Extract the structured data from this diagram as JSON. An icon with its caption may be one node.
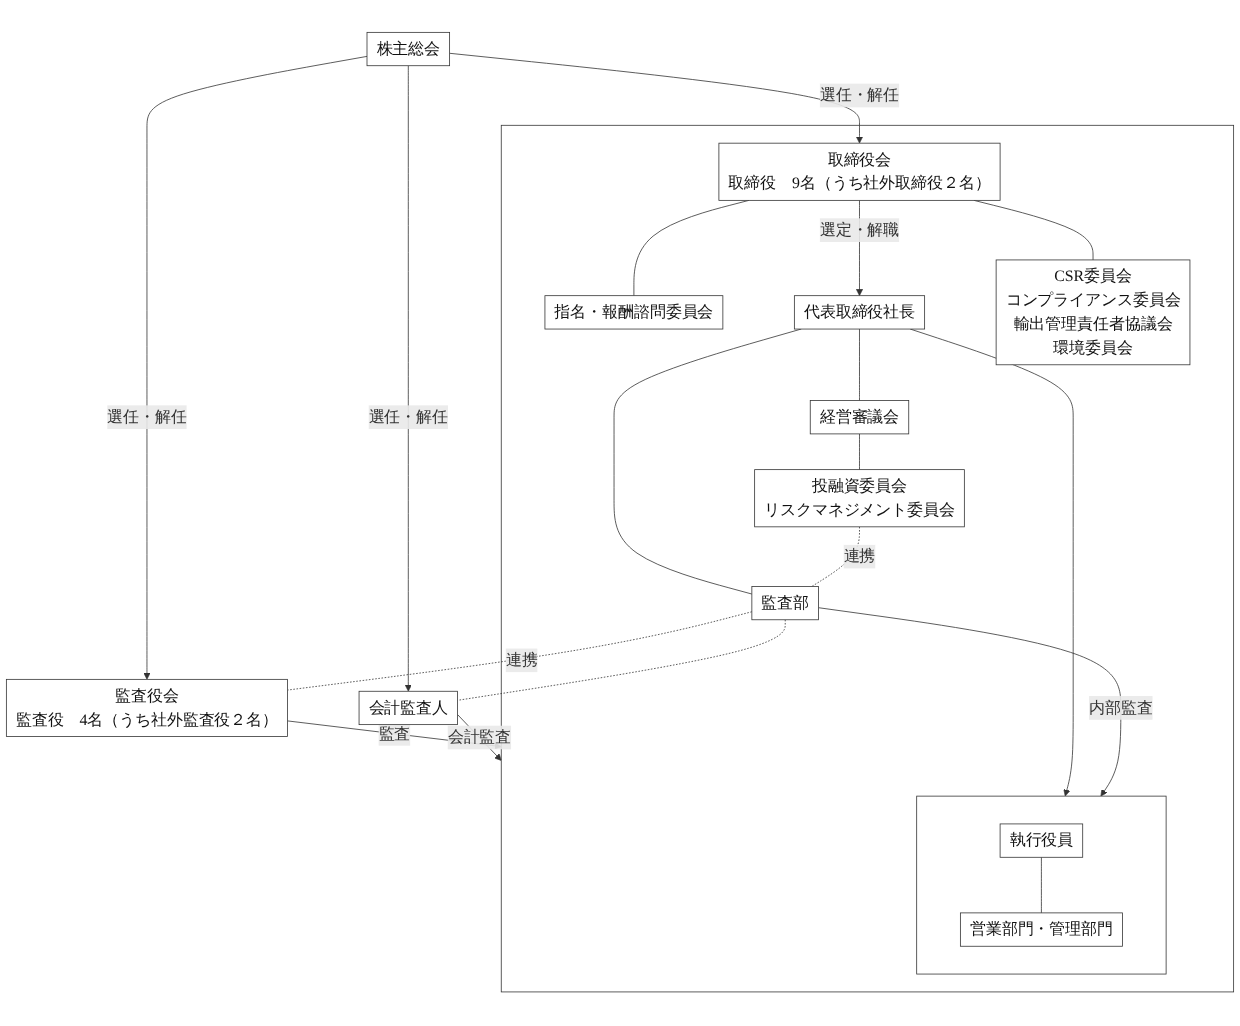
{
  "diagram": {
    "nodes": [
      {
        "text": [
          "株主総会"
        ]
      },
      {
        "text": [],
        "shape": "box"
      },
      {
        "text": [
          "取締役会",
          "取締役　9名（うち社外取締役２名）"
        ],
        "in": 1
      },
      {
        "text": [
          "指名・報酬諮問委員会"
        ],
        "in": 1
      },
      {
        "text": [
          "代表取締役社長"
        ],
        "in": 1
      },
      {
        "text": [
          "CSR委員会",
          "コンプライアンス委員会",
          "輸出管理責任者協議会",
          "環境委員会"
        ],
        "in": 1
      },
      {
        "text": [
          "経営審議会"
        ],
        "in": 1
      },
      {
        "text": [
          "投融資委員会",
          "リスクマネジメント委員会"
        ],
        "in": 1
      },
      {
        "text": [
          "監査部"
        ],
        "in": 1
      },
      {
        "text": [],
        "shape": "box",
        "in": 1
      },
      {
        "text": [
          "執行役員"
        ],
        "in": 9
      },
      {
        "text": [
          "営業部門・管理部門"
        ],
        "in": 9
      },
      {
        "text": [
          "監査役会",
          "監査役　4名（うち社外監査役２名）"
        ]
      },
      {
        "text": [
          "会計監査人"
        ]
      }
    ],
    "edges": [
      {
        "from": 0,
        "to": 2,
        "arrow": "to",
        "label": "選任・解任"
      },
      {
        "from": 0,
        "to": 12,
        "arrow": "to",
        "label": "選任・解任"
      },
      {
        "from": 0,
        "to": 13,
        "arrow": "to",
        "label": "選任・解任"
      },
      {
        "from": 2,
        "to": 3,
        "arrow": "none"
      },
      {
        "from": 2,
        "to": 5,
        "arrow": "none"
      },
      {
        "from": 2,
        "to": 4,
        "arrow": "to",
        "label": "選定・解職"
      },
      {
        "from": 12,
        "to": 1,
        "arrow": "to",
        "label": "監査"
      },
      {
        "from": 13,
        "to": 1,
        "arrow": "to",
        "label": "会計監査"
      },
      {
        "from": 4,
        "to": 6,
        "arrow": "none"
      },
      {
        "from": 4,
        "to": 8,
        "arrow": "none"
      },
      {
        "from": 4,
        "to": 9,
        "arrow": "to"
      },
      {
        "from": 6,
        "to": 7,
        "arrow": "none"
      },
      {
        "from": 7,
        "to": 8,
        "arrow": "none",
        "style": "dashed",
        "label": "連携"
      },
      {
        "from": 8,
        "to": 9,
        "arrow": "to",
        "label": "内部監査"
      },
      {
        "from": 8,
        "to": 12,
        "arrow": "none",
        "style": "dashed",
        "label": "連携"
      },
      {
        "from": 8,
        "to": 13,
        "arrow": "none",
        "style": "dashed"
      },
      {
        "from": 10,
        "to": 11,
        "arrow": "none"
      }
    ]
  }
}
